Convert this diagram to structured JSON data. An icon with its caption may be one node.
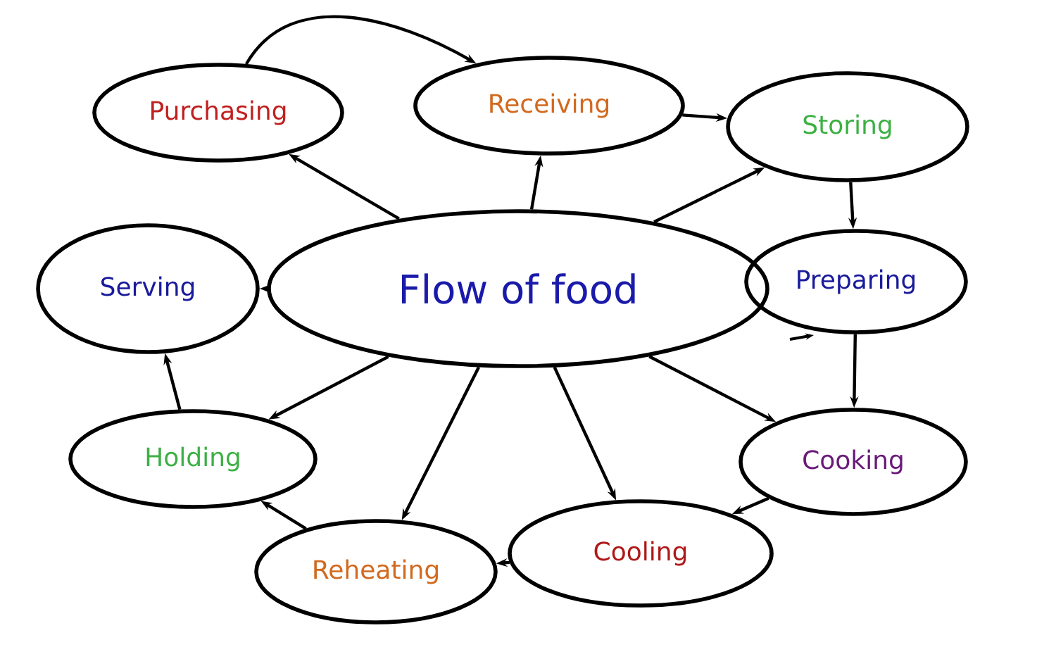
{
  "diagram": {
    "nodes": [
      {
        "text": [
          "Purchasing"
        ]
      },
      {
        "text": [
          "Receiving"
        ]
      },
      {
        "text": [
          "Storing"
        ]
      },
      {
        "text": [
          "Serving"
        ]
      },
      {
        "text": [
          "Flow of food"
        ]
      },
      {
        "text": [
          "Preparing"
        ]
      },
      {
        "text": [
          "Holding"
        ]
      },
      {
        "text": [
          "Cooking"
        ]
      },
      {
        "text": [
          "Cooling"
        ]
      },
      {
        "text": [
          "Reheating"
        ]
      }
    ],
    "edges": [
      {
        "from": 0,
        "to": 1,
        "arrow": "to"
      },
      {
        "from": 1,
        "to": 2,
        "arrow": "to"
      },
      {
        "from": 2,
        "to": 5,
        "arrow": "to"
      },
      {
        "from": 5,
        "to": 7,
        "arrow": "to"
      },
      {
        "from": 7,
        "to": 8,
        "arrow": "to"
      },
      {
        "from": 8,
        "to": 9,
        "arrow": "to"
      },
      {
        "from": 9,
        "to": 6,
        "arrow": "to"
      },
      {
        "from": 6,
        "to": 3,
        "arrow": "to"
      },
      {
        "from": 4,
        "to": 0,
        "arrow": "to"
      },
      {
        "from": 4,
        "to": 1,
        "arrow": "to"
      },
      {
        "from": 4,
        "to": 2,
        "arrow": "to"
      },
      {
        "from": 4,
        "to": 3,
        "arrow": "to"
      },
      {
        "from": 4,
        "to": 6,
        "arrow": "to"
      },
      {
        "from": 4,
        "to": 9,
        "arrow": "to"
      },
      {
        "from": 4,
        "to": 8,
        "arrow": "to"
      },
      {
        "from": 4,
        "to": 7,
        "arrow": "to"
      }
    ]
  }
}
